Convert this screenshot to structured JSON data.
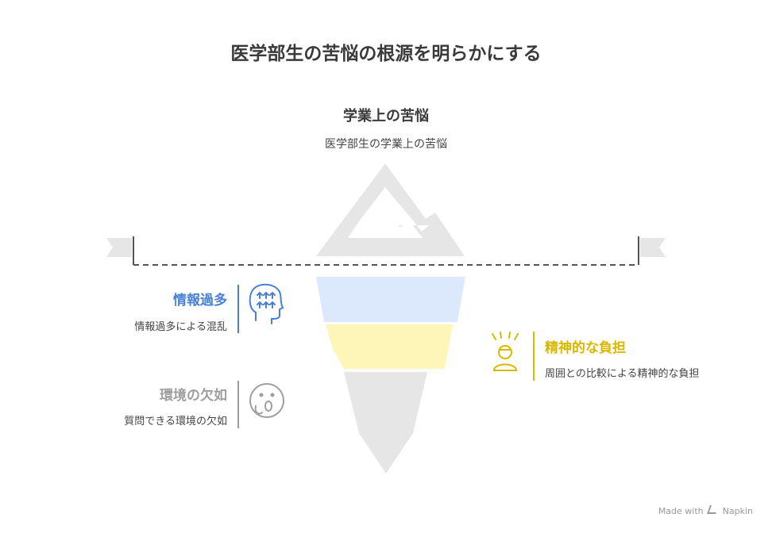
{
  "title": "医学部生の苦悩の根源を明らかにする",
  "top": {
    "heading": "学業上の苦悩",
    "description": "医学部生の学業上の苦悩"
  },
  "items": [
    {
      "title": "情報過多",
      "description": "情報過多による混乱",
      "color": "#4a7fd6",
      "icon": "head-arrows-icon"
    },
    {
      "title": "精神的な負担",
      "description": "周囲との比較による精神的な負担",
      "color": "#d9b800",
      "icon": "stressed-person-icon"
    },
    {
      "title": "環境の欠如",
      "description": "質問できる環境の欠如",
      "color": "#9e9e9e",
      "icon": "surprised-face-icon"
    }
  ],
  "colors": {
    "band_blue": "#dce8fb",
    "band_yellow": "#fdf6b8",
    "iceberg_gray": "#e6e6e6"
  },
  "watermark": {
    "prefix": "Made with",
    "brand": "Napkin"
  }
}
